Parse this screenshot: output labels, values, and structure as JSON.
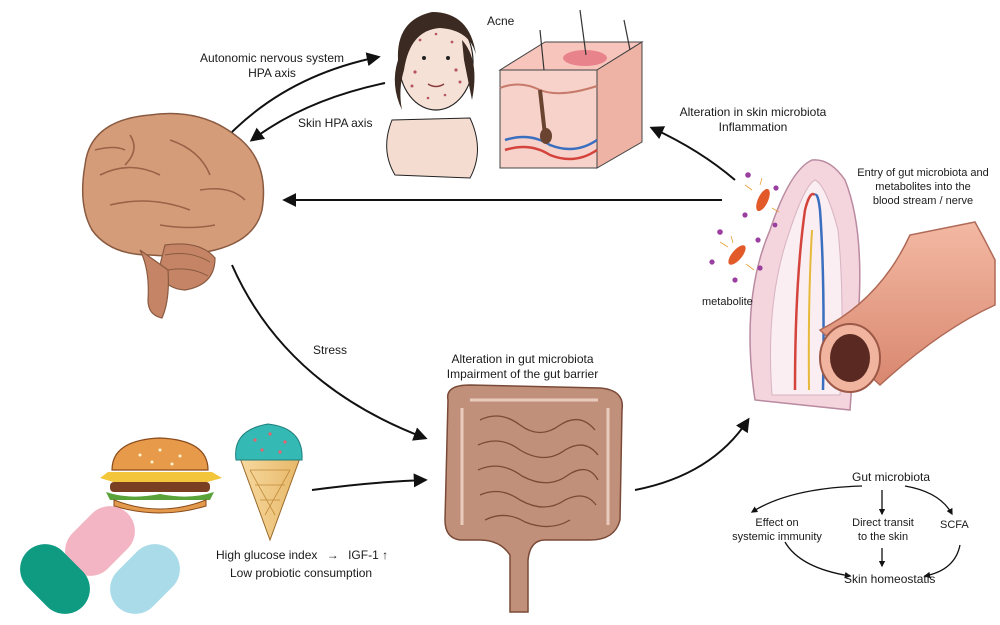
{
  "labels": {
    "acne": "Acne",
    "autonomic_1": "Autonomic nervous system",
    "autonomic_2": "HPA axis",
    "skin_hpa": "Skin HPA axis",
    "skin_microbiota_1": "Alteration in skin microbiota",
    "skin_microbiota_2": "Inflammation",
    "entry_1": "Entry of gut microbiota and",
    "entry_2": "metabolites into the",
    "entry_3": "blood stream / nerve",
    "metabolite": "metabolite",
    "stress": "Stress",
    "gut_alter_1": "Alteration in gut microbiota",
    "gut_alter_2": "Impairment of the gut barrier",
    "diet_1": "High glucose index",
    "diet_arrow": "→",
    "diet_igf": "IGF-1",
    "diet_up": "↑",
    "diet_2": "Low probiotic consumption",
    "gut_microbiota": "Gut microbiota",
    "effect_1": "Effect on",
    "effect_2": "systemic immunity",
    "direct_1": "Direct transit",
    "direct_2": "to the skin",
    "scfa": "SCFA",
    "skin_homeostasis": "Skin homeostatis"
  },
  "colors": {
    "arrow": "#111111",
    "brain": "#d59c7a",
    "brain_dark": "#a86b4f",
    "skin": "#f2d3c0",
    "gut": "#b98772",
    "vessel": "#e9a58c",
    "pill_teal": "#0f9a82",
    "pill_pink": "#f3b5c3",
    "pill_blue": "#a9dbe9"
  }
}
